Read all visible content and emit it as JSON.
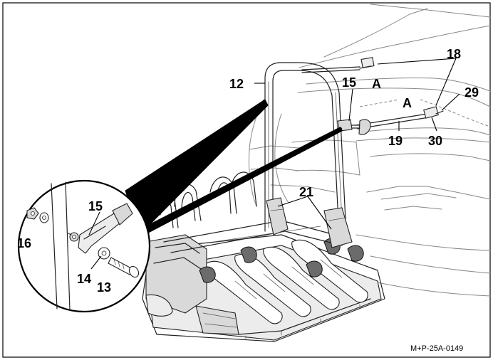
{
  "labels": {
    "l12": "12",
    "l13": "13",
    "l14": "14",
    "l15_main": "15",
    "l15_detail": "15",
    "l16": "16",
    "l18": "18",
    "l19": "19",
    "l21": "21",
    "l29": "29",
    "l30": "30",
    "lA1": "A",
    "lA2": "A"
  },
  "figure_code": "M+P-25A-0149"
}
